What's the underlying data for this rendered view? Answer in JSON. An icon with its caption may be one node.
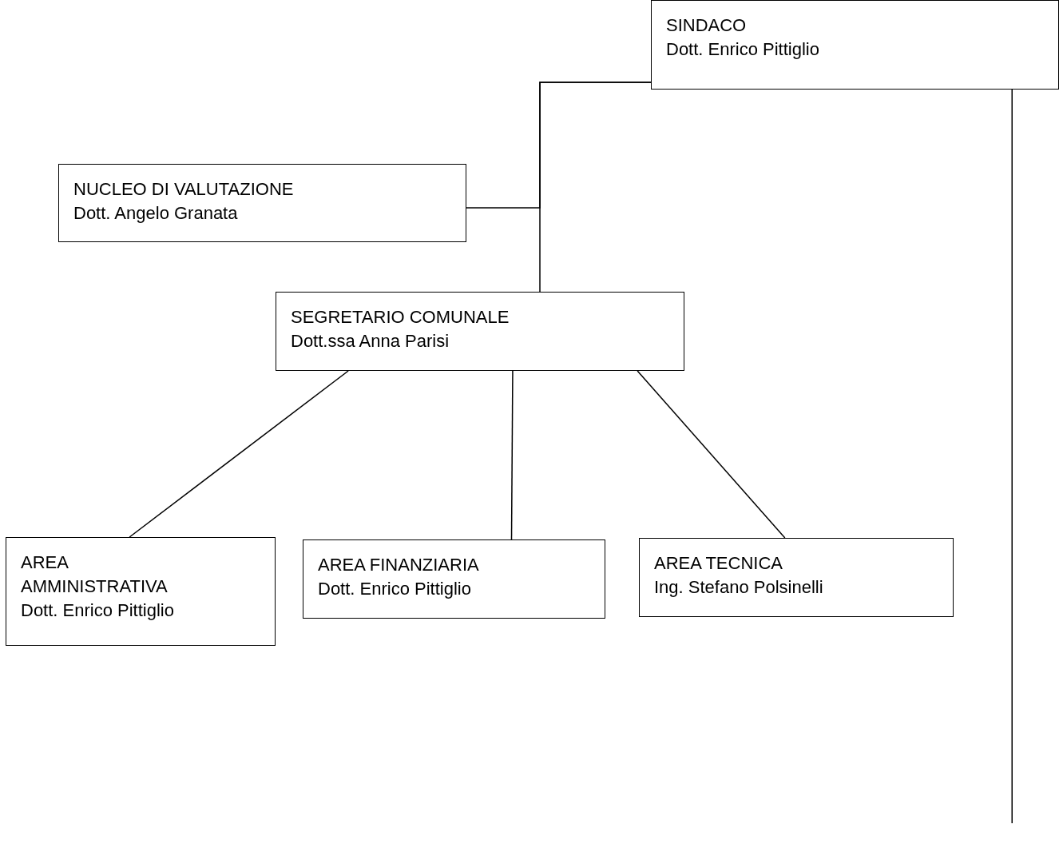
{
  "diagram": {
    "nodes": [
      {
        "text": [
          "SINDACO",
          "Dott. Enrico Pittiglio"
        ]
      },
      {
        "text": [
          "NUCLEO DI VALUTAZIONE",
          "Dott. Angelo Granata"
        ]
      },
      {
        "text": [
          "SEGRETARIO COMUNALE",
          "Dott.ssa Anna Parisi"
        ]
      },
      {
        "text": [
          "AREA AMMINISTRATIVA",
          "Dott. Enrico Pittiglio"
        ]
      },
      {
        "text": [
          "AREA FINANZIARIA",
          "Dott. Enrico Pittiglio"
        ]
      },
      {
        "text": [
          "AREA TECNICA",
          "Ing. Stefano Polsinelli"
        ]
      }
    ],
    "edges": [
      {
        "from": 0,
        "to": 1,
        "arrow": "none"
      },
      {
        "from": 0,
        "to": 2,
        "arrow": "none"
      },
      {
        "from": 2,
        "to": 3,
        "arrow": "none"
      },
      {
        "from": 2,
        "to": 4,
        "arrow": "none"
      },
      {
        "from": 2,
        "to": 5,
        "arrow": "none"
      },
      {
        "from": 0,
        "to": null,
        "arrow": "none"
      }
    ]
  }
}
